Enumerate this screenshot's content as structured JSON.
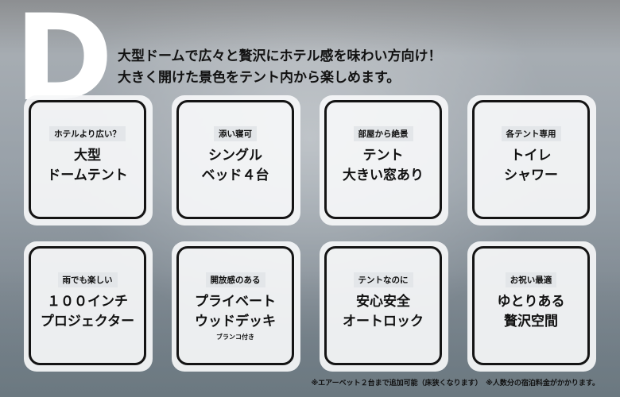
{
  "section_letter": "D",
  "headline": {
    "line1": "大型ドームで広々と贅沢にホテル感を味わい方向け！",
    "line2": "大きく開けた景色をテント内から楽しめます。"
  },
  "cards": [
    {
      "tag": "ホテルより広い？",
      "title_line1": "大型",
      "title_line2": "ドームテント"
    },
    {
      "tag": "添い寝可",
      "title_line1": "シングル",
      "title_line2": "ベッド４台"
    },
    {
      "tag": "部屋から絶景",
      "title_line1": "テント",
      "title_line2": "大きい窓あり"
    },
    {
      "tag": "各テント専用",
      "title_line1": "トイレ",
      "title_line2": "シャワー"
    },
    {
      "tag": "雨でも楽しい",
      "title_line1": "１００インチ",
      "title_line2": "プロジェクター"
    },
    {
      "tag": "開放感のある",
      "title_line1": "プライベート",
      "title_line2": "ウッドデッキ",
      "note": "ブランコ付き"
    },
    {
      "tag": "テントなのに",
      "title_line1": "安心安全",
      "title_line2": "オートロック"
    },
    {
      "tag": "お祝い最適",
      "title_line1": "ゆとりある",
      "title_line2": "贅沢空間"
    }
  ],
  "footnote": "※エアーベット２台まで追加可能（床狭くなります）　※人数分の宿泊料金がかかります。"
}
